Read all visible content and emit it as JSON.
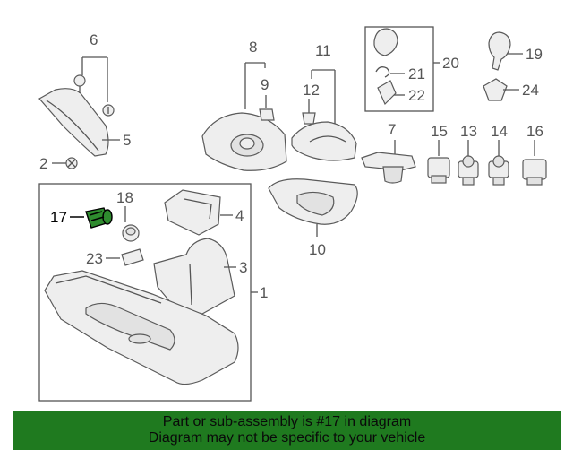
{
  "callouts": {
    "c1": "1",
    "c2": "2",
    "c3": "3",
    "c4": "4",
    "c5": "5",
    "c6": "6",
    "c7": "7",
    "c8": "8",
    "c9": "9",
    "c10": "10",
    "c11": "11",
    "c12": "12",
    "c13": "13",
    "c14": "14",
    "c15": "15",
    "c16": "16",
    "c17": "17",
    "c18": "18",
    "c19": "19",
    "c20": "20",
    "c21": "21",
    "c22": "22",
    "c23": "23",
    "c24": "24"
  },
  "highlight": {
    "part": "17",
    "color": "#2e8b2e"
  },
  "footer": {
    "line1": "Part or sub-assembly is #17 in diagram",
    "line2": "Diagram may not be specific to your vehicle",
    "color": "#1f7a1f"
  }
}
